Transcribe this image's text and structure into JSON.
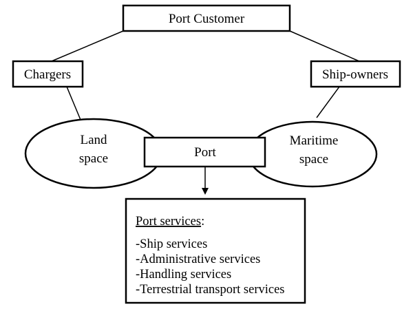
{
  "nodes": {
    "port_customer": "Port Customer",
    "chargers": "Chargers",
    "ship_owners": "Ship-owners",
    "land_space": [
      "Land",
      "space"
    ],
    "port": "Port",
    "maritime_space": [
      "Maritime",
      "space"
    ]
  },
  "port_services": {
    "title": "Port services",
    "title_suffix": ":",
    "items": [
      "-Ship services",
      "-Administrative services",
      "-Handling services",
      "-Terrestrial transport services"
    ]
  }
}
